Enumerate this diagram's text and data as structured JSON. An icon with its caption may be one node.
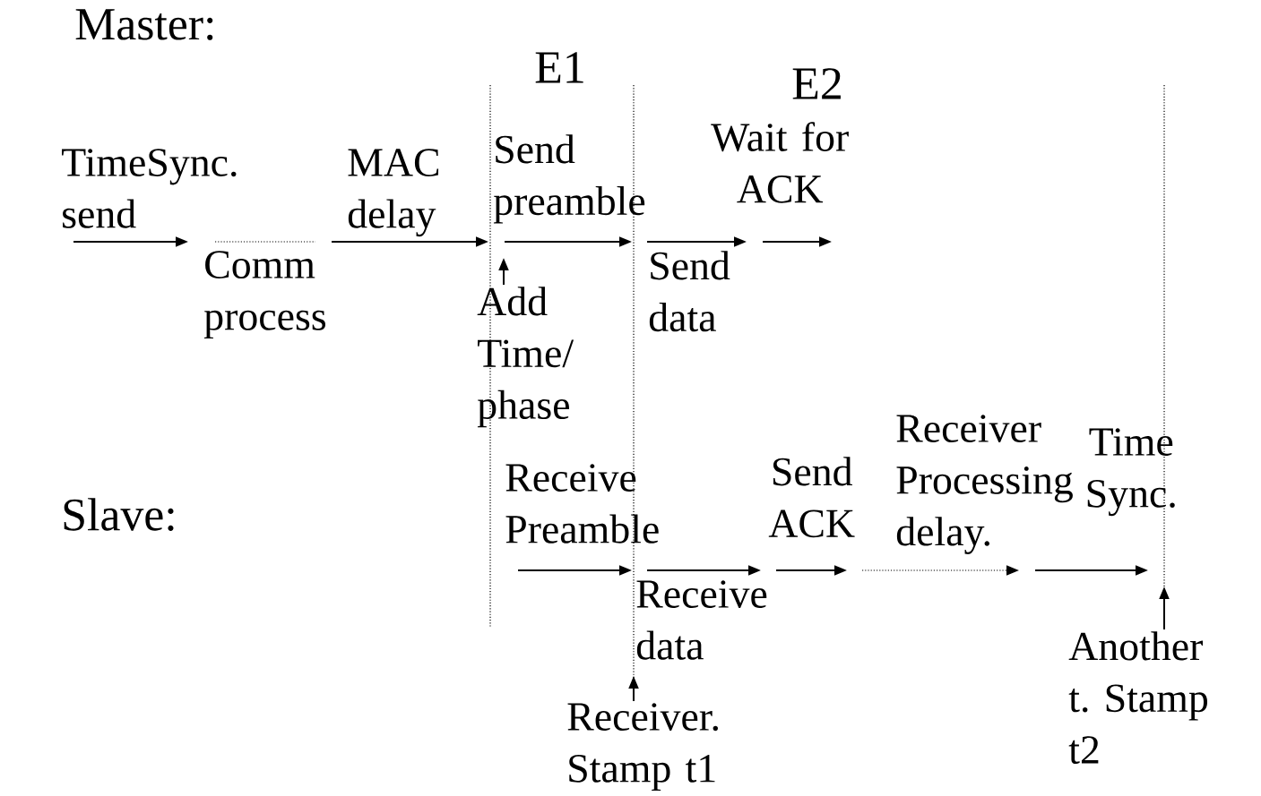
{
  "diagram": {
    "nodes": [
      {
        "text": [
          "Add Time/ phase"
        ]
      },
      {
        "text": [
          "Receiver. Stamp t1"
        ]
      },
      {
        "text": [
          "Another t. Stamp t2"
        ]
      }
    ],
    "edges": [
      {
        "from": 0,
        "to": null,
        "arrow": "to"
      },
      {
        "from": 1,
        "to": null,
        "arrow": "to"
      },
      {
        "from": 2,
        "to": null,
        "arrow": "to"
      }
    ],
    "labels": [
      "Master:",
      "E1",
      "E2",
      "TimeSync. send",
      "MAC delay",
      "Send preamble",
      "Wait for ACK",
      "Comm process",
      "Send data",
      "Slave:",
      "Receive Preamble",
      "Send ACK",
      "Receiver Processing delay.",
      "Time Sync.",
      "Receive data"
    ]
  }
}
